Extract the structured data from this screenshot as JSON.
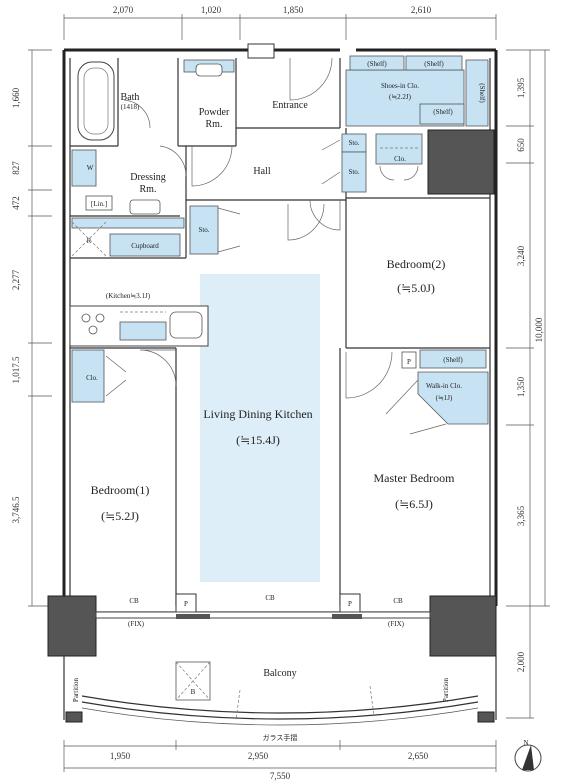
{
  "dims_top": [
    "2,070",
    "1,020",
    "1,850",
    "2,610"
  ],
  "dims_bottom": [
    "1,950",
    "2,950",
    "2,650"
  ],
  "dim_total_bottom": "7,550",
  "dims_left": [
    "1,660",
    "827",
    "472",
    "2,277",
    "1,017.5",
    "3,746.5"
  ],
  "dims_right": [
    "1,395",
    "650",
    "3,240",
    "1,350",
    "3,365",
    "2,000"
  ],
  "dim_total_right": "10,000",
  "rooms": {
    "bath": "Bath",
    "bath_size": "(1418)",
    "powder": "Powder",
    "powder2": "Rm.",
    "entrance": "Entrance",
    "dressing": "Dressing",
    "dressing2": "Rm.",
    "hall": "Hall",
    "ldk": "Living Dining Kitchen",
    "ldk_size": "(≒15.4J)",
    "kitchen": "(Kitchen≒3.1J)",
    "bedroom2": "Bedroom(2)",
    "bedroom2_size": "(≒5.0J)",
    "bedroom1": "Bedroom(1)",
    "bedroom1_size": "(≒5.2J)",
    "master": "Master Bedroom",
    "master_size": "(≒6.5J)",
    "balcony": "Balcony",
    "shoes": "Shoes-in Clo.",
    "shoes_size": "(≒2.2J)",
    "wic": "Walk-in Clo.",
    "wic_size": "(≒1J)"
  },
  "small_labels": {
    "shelf": "(Shelf)",
    "sto": "Sto.",
    "clo": "Clo.",
    "w": "W",
    "lin": "[Lin.]",
    "r": "R",
    "cupboard": "Cupboard",
    "p": "P",
    "cb": "CB",
    "fix": "(FIX)",
    "partition": "Partition",
    "b": "B",
    "railing": "ガラス手摺",
    "compass": "N"
  }
}
